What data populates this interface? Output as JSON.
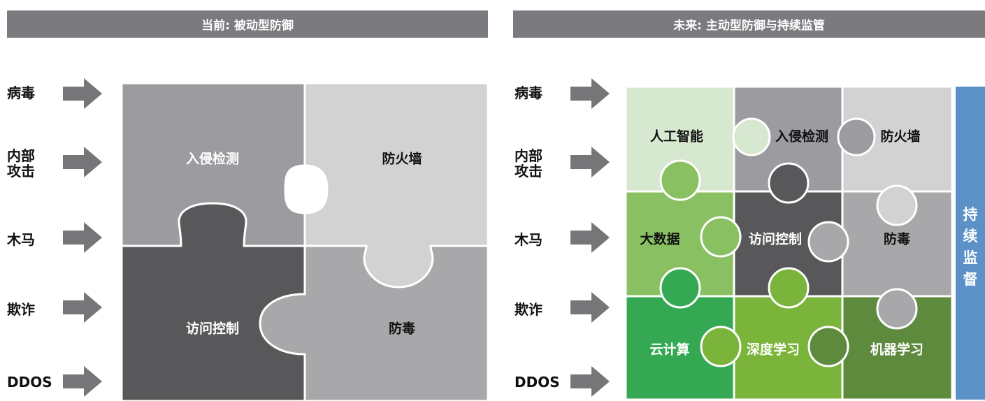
{
  "left_panel": {
    "title": "当前: 被动型防御",
    "pieces": [
      "入侵检测",
      "防火墙",
      "访问控制",
      "防毒"
    ]
  },
  "right_panel": {
    "title": "未来: 主动型防御与持续监管",
    "pieces": [
      "人工智能",
      "入侵检测",
      "防火墙",
      "大数据",
      "访问控制",
      "防毒",
      "云计算",
      "深度学习",
      "机器学习"
    ],
    "monitor_label": "持续监督"
  },
  "threats": [
    "病毒",
    "内部\n攻击",
    "木马",
    "欺诈",
    "DDOS"
  ],
  "colors": {
    "header": "#7b7a7e",
    "gray_mid": "#9c9b9f",
    "gray_light": "#d2d2d3",
    "gray_dark": "#58585a",
    "gray_soft": "#a8a8ab",
    "green_pale": "#d6e8d0",
    "green_light": "#89c162",
    "green": "#35a853",
    "green_olive": "#7ab43b",
    "green_dark": "#5e8a3e",
    "monitor": "#5b91c7",
    "arrow": "#767678"
  }
}
